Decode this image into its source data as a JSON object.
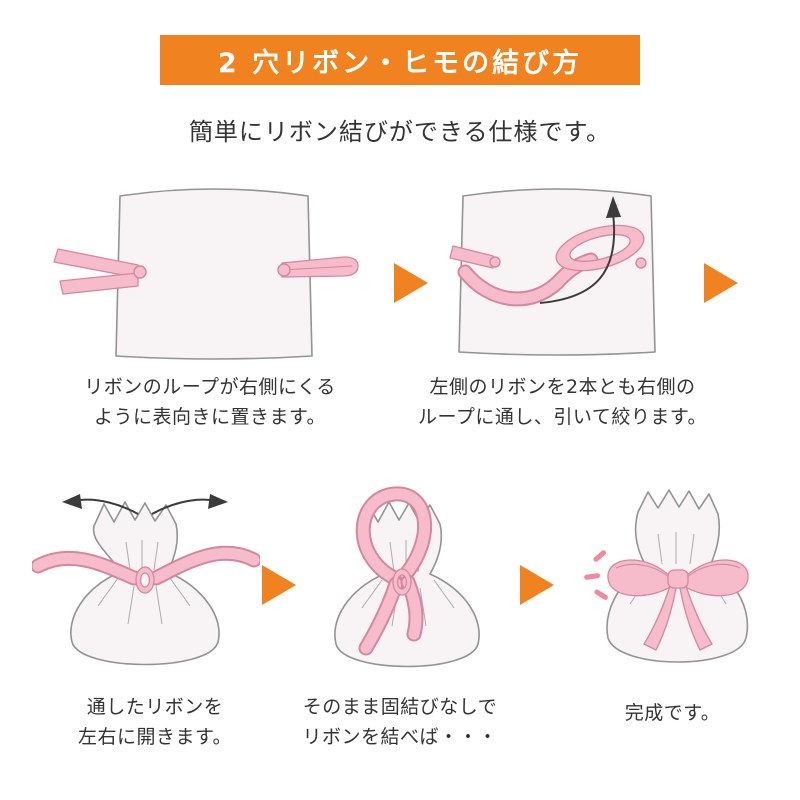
{
  "colors": {
    "accent_orange": "#F0821F",
    "ribbon_pink": "#F6BCCB",
    "ribbon_pink_dark": "#D5879F",
    "bag_fill": "#F8F4F5",
    "outline_gray": "#939393",
    "sparkle_pink": "#F287A0",
    "text_color": "#333333"
  },
  "header": {
    "title": "2 穴リボン・ヒモの結び方"
  },
  "subtitle": "簡単にリボン結びができる仕様です。",
  "steps": [
    {
      "id": 1,
      "illustration": "bag-lying-flat-with-ribbon-ends-left-and-loop-right",
      "caption": "リボンのループが右側にくる\nように表向きに置きます。"
    },
    {
      "id": 2,
      "illustration": "threading-left-ribbons-through-right-loop",
      "caption": "左側のリボンを2本とも右側の\nループに通し、引いて絞ります。"
    },
    {
      "id": 3,
      "illustration": "gathered-bag-spreading-ribbon-left-and-right",
      "caption": "通したリボンを\n左右に開きます。"
    },
    {
      "id": 4,
      "illustration": "gathered-bag-loose-bow-no-knot",
      "caption": "そのまま固結びなしで\nリボンを結べば・・・"
    },
    {
      "id": 5,
      "illustration": "finished-bow-on-gathered-bag",
      "caption": "完成です。"
    }
  ],
  "icons": {
    "step_arrow": "orange-right-triangle",
    "pull_arrow": "curved-up-arrow",
    "spread_arrows": "black-left-right-arrows",
    "sparkles": "pink-emphasis-dashes"
  }
}
